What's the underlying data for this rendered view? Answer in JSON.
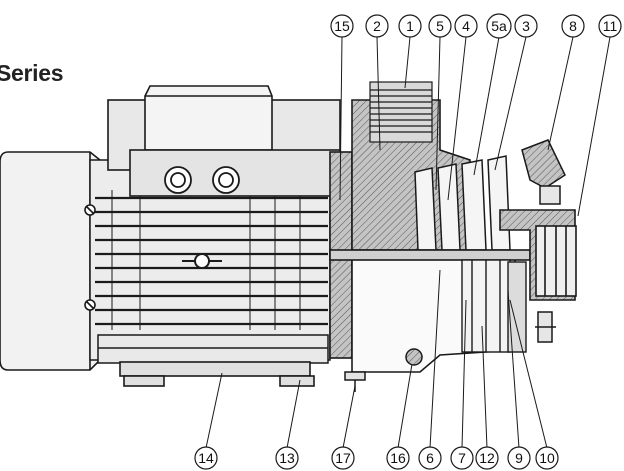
{
  "title": "Series",
  "callouts_top": [
    "15",
    "2",
    "1",
    "5",
    "4",
    "5a",
    "3",
    "8",
    "11"
  ],
  "callouts_bottom": [
    "14",
    "13",
    "17",
    "16",
    "6",
    "7",
    "12",
    "9",
    "10"
  ],
  "colors": {
    "line": "#1a1a1a",
    "cast_iron": "#b8b8b8",
    "motor_body": "#e6e6e6",
    "background": "#ffffff"
  }
}
